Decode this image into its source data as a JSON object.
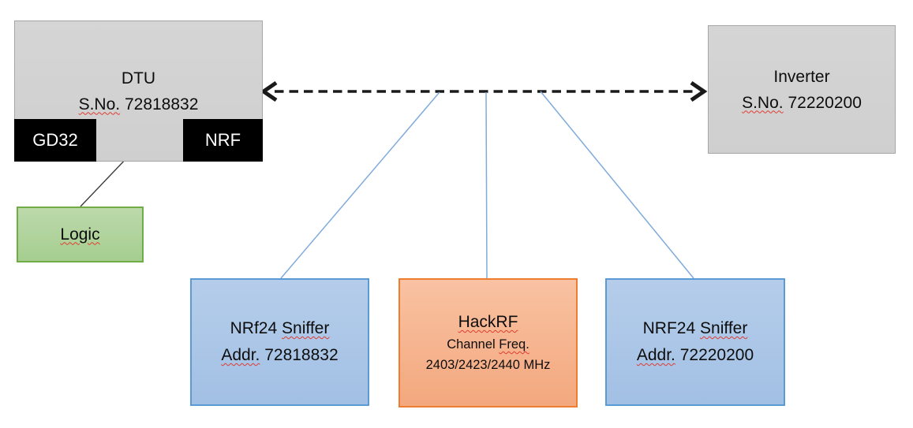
{
  "diagram": {
    "dtu": {
      "title": "DTU",
      "serial_label": "S.No.",
      "serial_value": "72818832"
    },
    "gd32": {
      "label": "GD32"
    },
    "nrf": {
      "label": "NRF"
    },
    "logic": {
      "label": "Logic"
    },
    "inverter": {
      "title": "Inverter",
      "serial_label": "S.No.",
      "serial_value": "72220200"
    },
    "sniffer_left": {
      "title_prefix": "NRf24",
      "title_word": "Sniffer",
      "addr_label": "Addr.",
      "addr_value": "72818832"
    },
    "hackrf": {
      "title": "HackRF",
      "subtitle_prefix": "Channel",
      "subtitle_word": "Freq.",
      "freq_line": "2403/2423/2440 MHz"
    },
    "sniffer_right": {
      "title_prefix": "NRF24",
      "title_word": "Sniffer",
      "addr_label": "Addr.",
      "addr_value": "72220200"
    },
    "colors": {
      "gray_fill": "#d2d2d2",
      "gray_border": "#a6a6a6",
      "black_fill": "#000000",
      "green_fill": "#b0d49c",
      "green_border": "#70ad47",
      "blue_fill": "#a9c6e8",
      "blue_border": "#5b9bd5",
      "orange_fill": "#f6b28e",
      "orange_border": "#ed7d31",
      "connector_blue": "#7fabdc",
      "arrow_black": "#1a1a1a",
      "spellcheck_red": "#e03c31"
    }
  }
}
